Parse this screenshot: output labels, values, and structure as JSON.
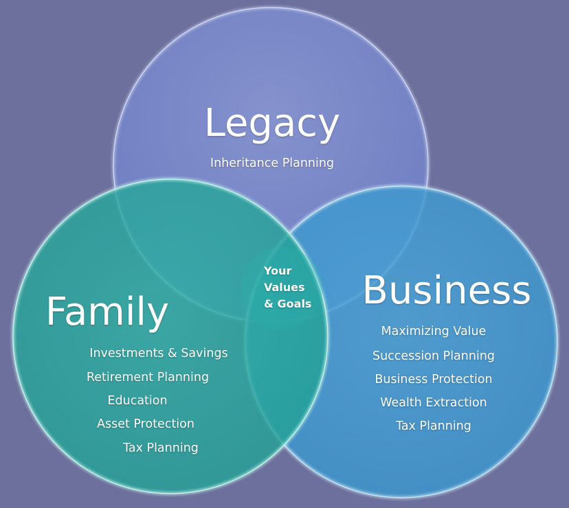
{
  "circles": {
    "legacy": {
      "title": "Legacy",
      "items": [
        "Inheritance Planning"
      ],
      "color": "#7b89c9"
    },
    "family": {
      "title": "Family",
      "items": [
        "Investments & Savings",
        "Retirement Planning",
        "Education",
        "Asset Protection",
        "Tax Planning"
      ],
      "color": "#2aa69d"
    },
    "business": {
      "title": "Business",
      "items": [
        "Maximizing Value",
        "Succession Planning",
        "Business Protection",
        "Wealth Extraction",
        "Tax Planning"
      ],
      "color": "#3f9bd0"
    }
  },
  "center": {
    "lines": [
      "Your",
      "Values",
      "& Goals"
    ]
  },
  "colors": {
    "background": "#6d6f9c",
    "text": "#ffffff",
    "rim": "#d9f6ff"
  }
}
